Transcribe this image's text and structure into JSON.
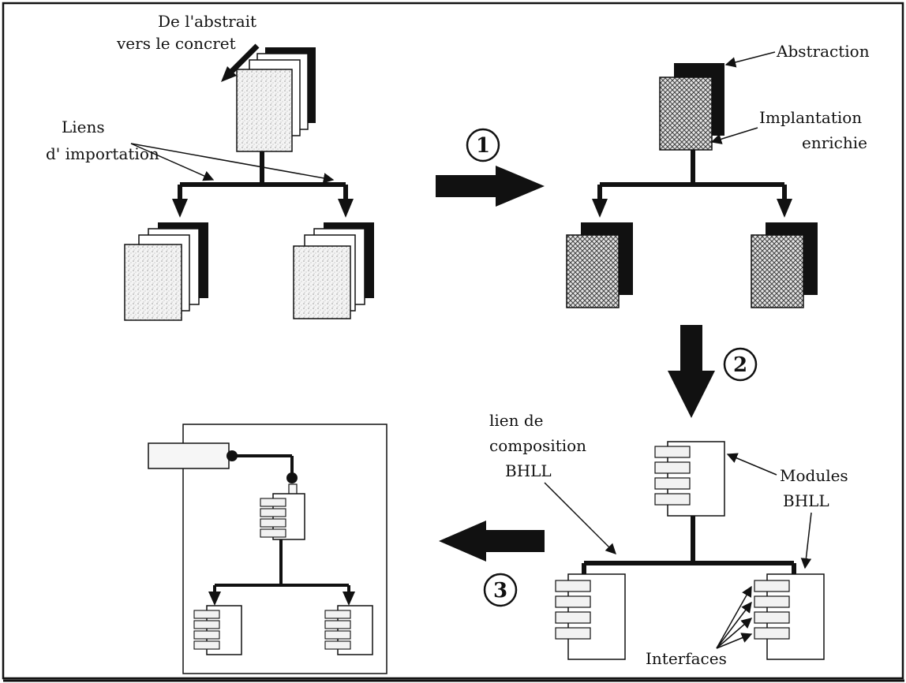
{
  "labels": {
    "abstract_to_concrete_line1": "De l'abstrait",
    "abstract_to_concrete_line2": "vers le concret",
    "import_links_line1": "Liens",
    "import_links_line2": "d' importation",
    "abstraction": "Abstraction",
    "enriched_impl_line1": "Implantation",
    "enriched_impl_line2": "enrichie",
    "composition_link_line1": "lien de",
    "composition_link_line2": "composition",
    "composition_link_line3": "BHLL",
    "modules_line1": "Modules",
    "modules_line2": "BHLL",
    "interfaces": "Interfaces"
  },
  "steps": {
    "step1": "1",
    "step2": "2",
    "step3": "3"
  },
  "colors": {
    "ink": "#111111",
    "paper": "#ffffff",
    "stipple": "#cfcfcf",
    "hatch": "#555555"
  }
}
